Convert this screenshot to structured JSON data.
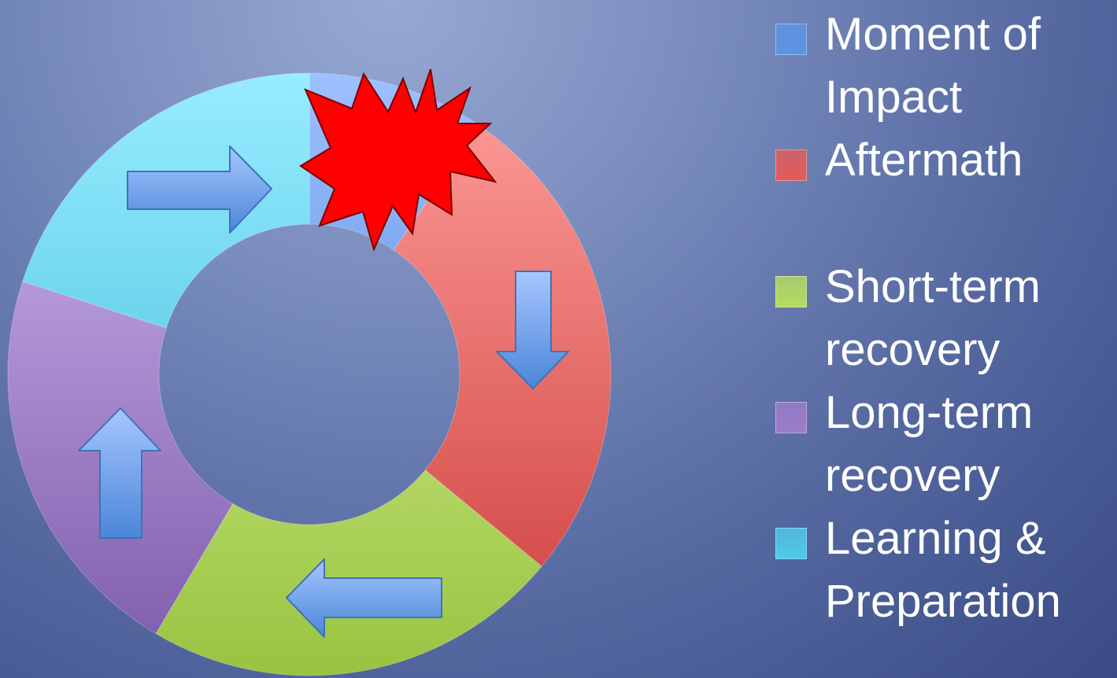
{
  "chart_data": {
    "type": "pie",
    "donut": true,
    "title": "",
    "series": [
      {
        "name": "Moment of Impact",
        "value": 9.5,
        "color_light": "#9ec0ff",
        "color_dark": "#3a78d0"
      },
      {
        "name": "Aftermath",
        "value": 26.5,
        "color_light": "#ff9f9b",
        "color_dark": "#cc3c3a"
      },
      {
        "name": "Short-term recovery",
        "value": 22.5,
        "color_light": "#e5fca5",
        "color_dark": "#99c341"
      },
      {
        "name": "Long-term recovery",
        "value": 21.5,
        "color_light": "#d2b9f0",
        "color_dark": "#7c5aab"
      },
      {
        "name": "Learning & Preparation",
        "value": 20,
        "color_light": "#98ecff",
        "color_dark": "#31b4d2"
      }
    ],
    "legend": {
      "position": "right",
      "items": [
        {
          "lines": [
            "Moment of",
            "Impact"
          ],
          "color": "#5b95e6"
        },
        {
          "lines": [
            "Aftermath"
          ],
          "color": "#e35b59"
        },
        {
          "lines": [
            "Short-term",
            "recovery"
          ],
          "color": "#b6dd5f"
        },
        {
          "lines": [
            "Long-term",
            "recovery"
          ],
          "color": "#9d7dca"
        },
        {
          "lines": [
            "Learning &",
            "Preparation"
          ],
          "color": "#4fcbea"
        }
      ]
    },
    "annotations": [
      {
        "type": "starburst",
        "name": "impact-burst",
        "color": "#ff0000"
      },
      {
        "type": "arrow",
        "direction": "right"
      },
      {
        "type": "arrow",
        "direction": "down"
      },
      {
        "type": "arrow",
        "direction": "left"
      },
      {
        "type": "arrow",
        "direction": "up"
      }
    ],
    "arrow_color_light": "#a7c6ff",
    "arrow_color_dark": "#4a86d8"
  }
}
